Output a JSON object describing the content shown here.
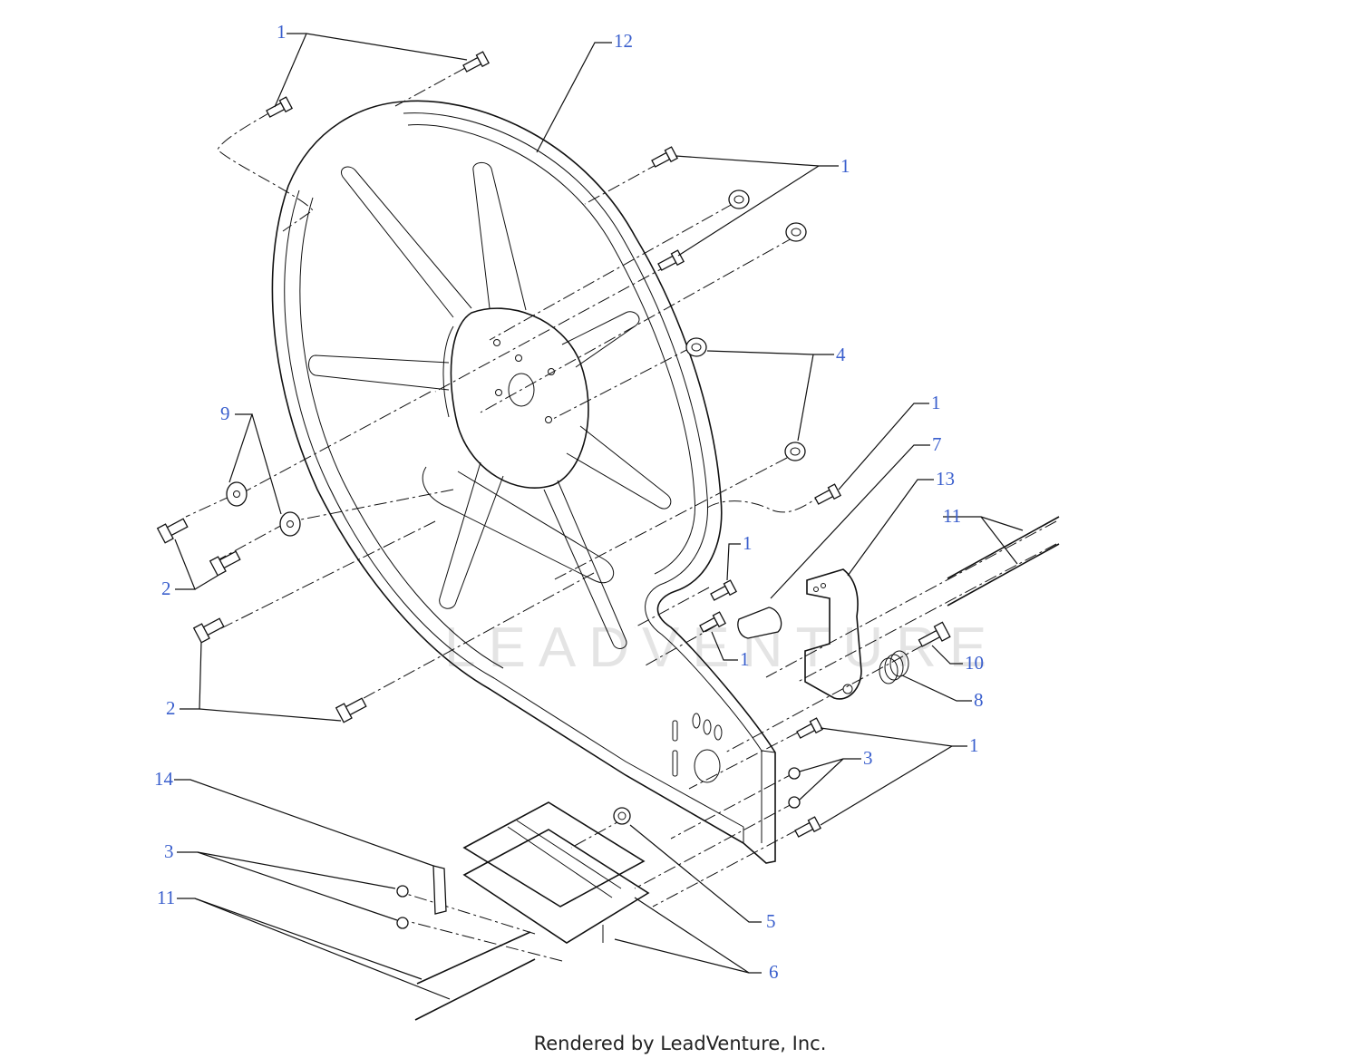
{
  "callouts": [
    {
      "id": "c1a",
      "text": "1"
    },
    {
      "id": "c12",
      "text": "12"
    },
    {
      "id": "c1b",
      "text": "1"
    },
    {
      "id": "c4",
      "text": "4"
    },
    {
      "id": "c9",
      "text": "9"
    },
    {
      "id": "c1c",
      "text": "1"
    },
    {
      "id": "c7",
      "text": "7"
    },
    {
      "id": "c13",
      "text": "13"
    },
    {
      "id": "c11a",
      "text": "11"
    },
    {
      "id": "c1d",
      "text": "1"
    },
    {
      "id": "c2a",
      "text": "2"
    },
    {
      "id": "c1e",
      "text": "1"
    },
    {
      "id": "c10",
      "text": "10"
    },
    {
      "id": "c8",
      "text": "8"
    },
    {
      "id": "c2b",
      "text": "2"
    },
    {
      "id": "c1f",
      "text": "1"
    },
    {
      "id": "c3a",
      "text": "3"
    },
    {
      "id": "c14",
      "text": "14"
    },
    {
      "id": "c3b",
      "text": "3"
    },
    {
      "id": "c11b",
      "text": "11"
    },
    {
      "id": "c5",
      "text": "5"
    },
    {
      "id": "c6",
      "text": "6"
    }
  ],
  "watermark": "LEADVENTURE",
  "footer": "Rendered by LeadVenture, Inc.",
  "colors": {
    "callout": "#3a5fcd",
    "line": "#111111"
  }
}
